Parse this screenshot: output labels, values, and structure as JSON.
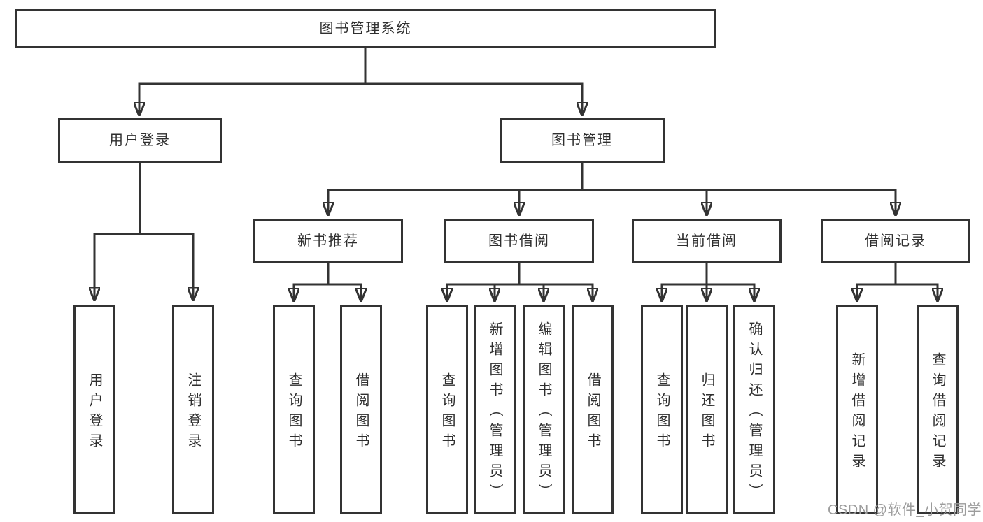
{
  "diagram": {
    "nodes": {
      "root": "图书管理系统",
      "user_login": "用户登录",
      "book_mgmt": "图书管理",
      "new_book_rec": "新书推荐",
      "book_borrow": "图书借阅",
      "current_borrow": "当前借阅",
      "borrow_records": "借阅记录",
      "leaf_user_login": "用户登录",
      "leaf_logout": "注销登录",
      "leaf_nb_query": "查询图书",
      "leaf_nb_borrow": "借阅图书",
      "leaf_bb_query": "查询图书",
      "leaf_bb_add": "新增图书（管理员）",
      "leaf_bb_edit": "编辑图书（管理员）",
      "leaf_bb_borrow": "借阅图书",
      "leaf_cb_query": "查询图书",
      "leaf_cb_return": "归还图书",
      "leaf_cb_confirm": "确认归还（管理员）",
      "leaf_rec_add": "新增借阅记录",
      "leaf_rec_query": "查询借阅记录"
    }
  },
  "colors": {
    "line": "#333333",
    "text": "#2f2f2f",
    "background": "#ffffff",
    "watermark": "#9c9c9c"
  },
  "watermark": "CSDN @软件_小贺同学"
}
